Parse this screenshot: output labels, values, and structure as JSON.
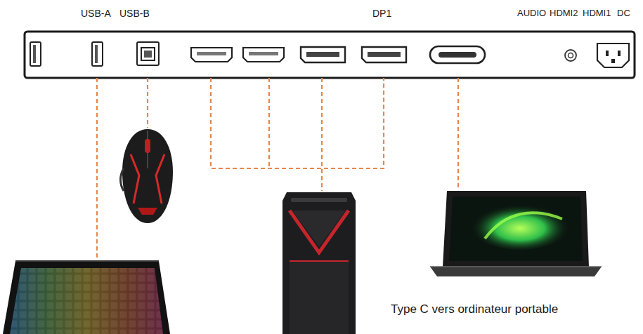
{
  "diagram": {
    "labels": [
      "USB-A",
      "USB-B",
      "DP1",
      "AUDIO",
      "HDMI2",
      "HDMI1",
      "DC",
      "Type C vers ordinateur portable"
    ]
  }
}
